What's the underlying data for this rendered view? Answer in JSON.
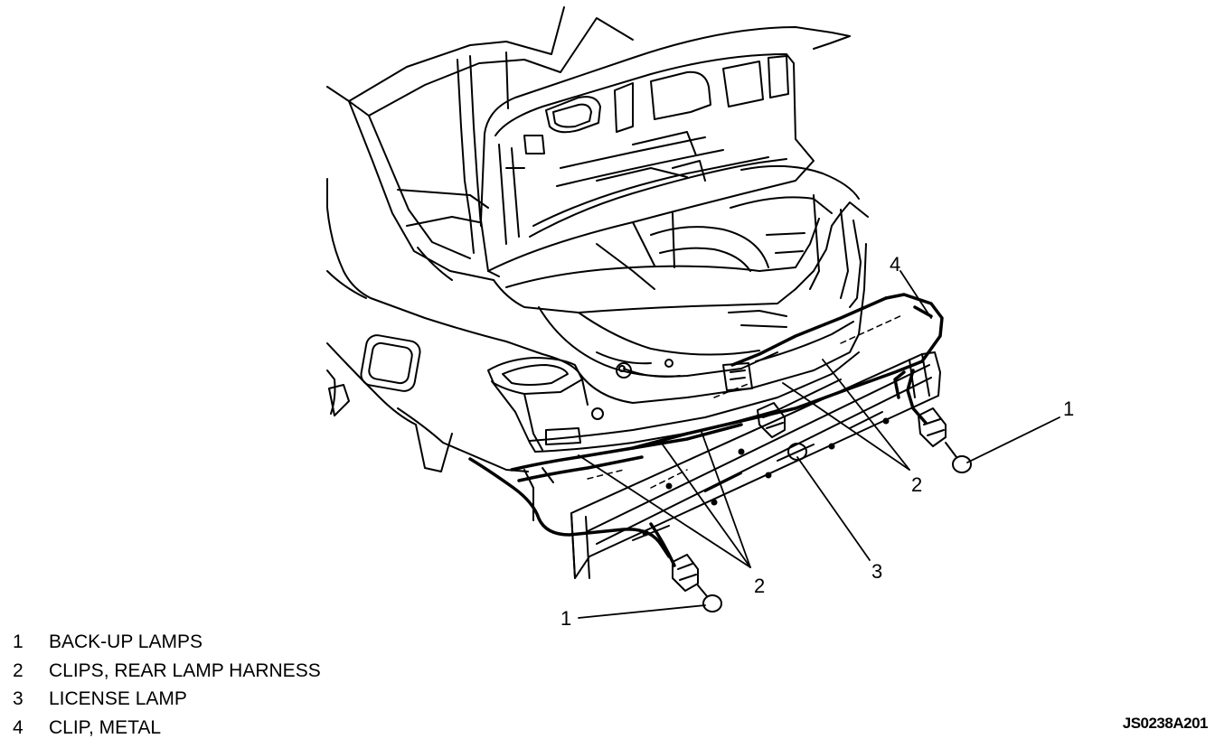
{
  "callouts": {
    "c1_right": "1",
    "c1_bottom": "1",
    "c2_center": "2",
    "c2_right": "2",
    "c3": "3",
    "c4": "4"
  },
  "legend": [
    {
      "num": "1",
      "label": "BACK-UP LAMPS"
    },
    {
      "num": "2",
      "label": "CLIPS, REAR LAMP HARNESS"
    },
    {
      "num": "3",
      "label": "LICENSE LAMP"
    },
    {
      "num": "4",
      "label": "CLIP, METAL"
    }
  ],
  "figure_code": "JS0238A201"
}
